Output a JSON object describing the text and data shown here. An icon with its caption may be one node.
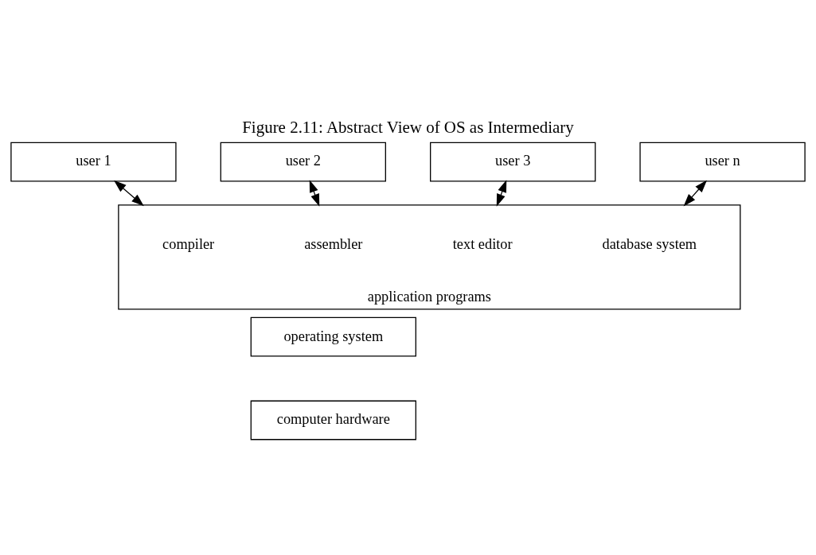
{
  "diagram": {
    "title": "Figure 2.11: Abstract View of OS as Intermediary",
    "nodes": [
      {
        "text": [
          "user 1"
        ]
      },
      {
        "text": [
          "user 2"
        ]
      },
      {
        "text": [
          "user 3"
        ]
      },
      {
        "text": [
          "user n"
        ]
      },
      {
        "text": [
          "application programs"
        ]
      },
      {
        "text": [
          "compiler"
        ],
        "in": 4
      },
      {
        "text": [
          "assembler"
        ],
        "in": 4
      },
      {
        "text": [
          "text editor"
        ],
        "in": 4
      },
      {
        "text": [
          "database system"
        ],
        "in": 4
      },
      {
        "text": [
          "operating system"
        ]
      },
      {
        "text": [
          "computer hardware"
        ]
      }
    ],
    "edges": [
      {
        "from": 0,
        "to": 4,
        "arrow": "both"
      },
      {
        "from": 1,
        "to": 4,
        "arrow": "both"
      },
      {
        "from": 2,
        "to": 4,
        "arrow": "both"
      },
      {
        "from": 3,
        "to": 4,
        "arrow": "both"
      }
    ]
  }
}
